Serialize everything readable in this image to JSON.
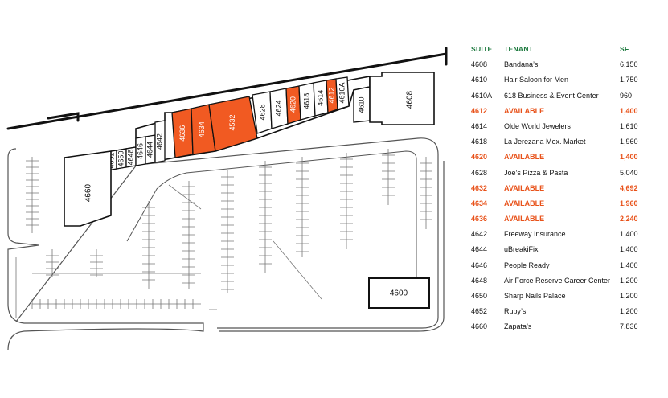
{
  "map": {
    "colors": {
      "available": "#f15a22",
      "tenant_header": "#1e7a3f",
      "outline": "#111111",
      "paper": "#ffffff"
    },
    "suites": [
      {
        "id": "4652",
        "label": "4652",
        "status": "leased"
      },
      {
        "id": "4650",
        "label": "4650",
        "status": "leased"
      },
      {
        "id": "4648",
        "label": "4648",
        "status": "leased"
      },
      {
        "id": "4646",
        "label": "4646",
        "status": "leased"
      },
      {
        "id": "4644",
        "label": "4644",
        "status": "leased"
      },
      {
        "id": "4642",
        "label": "4642",
        "status": "leased"
      },
      {
        "id": "4636",
        "label": "4636",
        "status": "available"
      },
      {
        "id": "4634",
        "label": "4634",
        "status": "available"
      },
      {
        "id": "4632",
        "label": "4532",
        "status": "available"
      },
      {
        "id": "4628",
        "label": "4628",
        "status": "leased"
      },
      {
        "id": "4624",
        "label": "4624",
        "status": "leased"
      },
      {
        "id": "4620",
        "label": "4620",
        "status": "available"
      },
      {
        "id": "4618",
        "label": "4618",
        "status": "leased"
      },
      {
        "id": "4614",
        "label": "4614",
        "status": "leased"
      },
      {
        "id": "4612",
        "label": "4612",
        "status": "available"
      },
      {
        "id": "4610A",
        "label": "4610A",
        "status": "leased"
      },
      {
        "id": "4610",
        "label": "4610",
        "status": "leased"
      }
    ],
    "buildings": {
      "b4608": "4608",
      "b4660": "4660",
      "b4600": "4600"
    }
  },
  "legend": {
    "headers": {
      "suite": "SUITE",
      "tenant": "TENANT",
      "sf": "SF"
    },
    "rows": [
      {
        "suite": "4608",
        "tenant": "Bandana’s",
        "sf": "6,150",
        "available": false
      },
      {
        "suite": "4610",
        "tenant": "Hair Saloon for Men",
        "sf": "1,750",
        "available": false
      },
      {
        "suite": "4610A",
        "tenant": "618 Business & Event Center",
        "sf": "960",
        "available": false
      },
      {
        "suite": "4612",
        "tenant": "AVAILABLE",
        "sf": "1,400",
        "available": true
      },
      {
        "suite": "4614",
        "tenant": "Olde World Jewelers",
        "sf": "1,610",
        "available": false
      },
      {
        "suite": "4618",
        "tenant": "La Jerezana Mex. Market",
        "sf": "1,960",
        "available": false
      },
      {
        "suite": "4620",
        "tenant": "AVAILABLE",
        "sf": "1,400",
        "available": true
      },
      {
        "suite": "4628",
        "tenant": "Joe’s Pizza & Pasta",
        "sf": "5,040",
        "available": false
      },
      {
        "suite": "4632",
        "tenant": "AVAILABLE",
        "sf": "4,692",
        "available": true
      },
      {
        "suite": "4634",
        "tenant": "AVAILABLE",
        "sf": "1,960",
        "available": true
      },
      {
        "suite": "4636",
        "tenant": "AVAILABLE",
        "sf": "2,240",
        "available": true
      },
      {
        "suite": "4642",
        "tenant": "Freeway Insurance",
        "sf": "1,400",
        "available": false
      },
      {
        "suite": "4644",
        "tenant": "uBreakiFix",
        "sf": "1,400",
        "available": false
      },
      {
        "suite": "4646",
        "tenant": "People Ready",
        "sf": "1,400",
        "available": false
      },
      {
        "suite": "4648",
        "tenant": "Air Force Reserve Career Center",
        "sf": "1,200",
        "available": false
      },
      {
        "suite": "4650",
        "tenant": "Sharp Nails Palace",
        "sf": "1,200",
        "available": false
      },
      {
        "suite": "4652",
        "tenant": "Ruby’s",
        "sf": "1,200",
        "available": false
      },
      {
        "suite": "4660",
        "tenant": "Zapata’s",
        "sf": "7,836",
        "available": false
      }
    ]
  }
}
